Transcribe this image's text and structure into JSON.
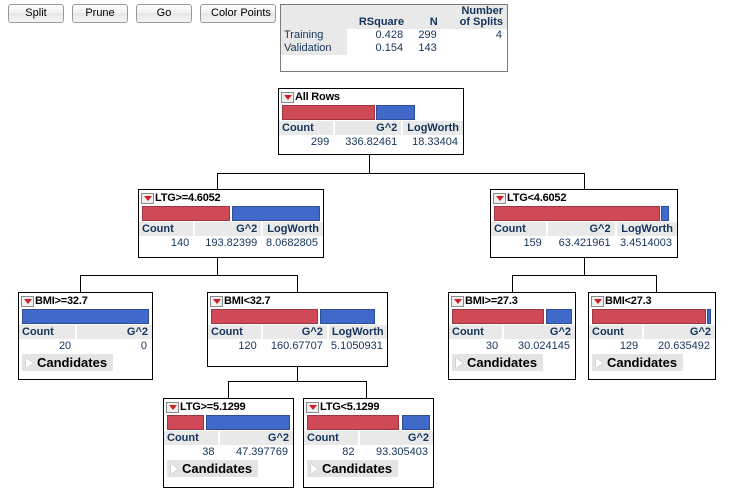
{
  "toolbar": {
    "buttons": [
      {
        "label": "Split",
        "name": "split-button"
      },
      {
        "label": "Prune",
        "name": "prune-button"
      },
      {
        "label": "Go",
        "name": "go-button"
      },
      {
        "label": "Color Points",
        "name": "color-points-button"
      }
    ]
  },
  "summary": {
    "headers": [
      "",
      "RSquare",
      "N",
      "Number of Splits"
    ],
    "header_rsquare": "RSquare",
    "header_n": "N",
    "header_splits_line1": "Number",
    "header_splits_line2": "of Splits",
    "rows": [
      {
        "label": "Training",
        "rsquare": "0.428",
        "n": "299",
        "splits": "4"
      },
      {
        "label": "Validation",
        "rsquare": "0.154",
        "n": "143",
        "splits": ""
      }
    ]
  },
  "colors": {
    "red": "#cf4a56",
    "blue": "#4169ca",
    "header_bg": "#e9e9e9",
    "text": "#14345c",
    "node_border": "#000000"
  },
  "labels": {
    "count": "Count",
    "g2": "G^2",
    "logworth": "LogWorth",
    "candidates": "Candidates"
  },
  "tree": {
    "nodes": [
      {
        "id": "root",
        "name": "tree-node-all-rows",
        "title": "All Rows",
        "red_pct": 52,
        "blue_pct": 22,
        "columns": [
          "Count",
          "G^2",
          "LogWorth"
        ],
        "values": [
          "299",
          "336.82461",
          "18.33404"
        ],
        "has_candidates": false
      },
      {
        "id": "ltg-ge-4-6052",
        "name": "tree-node-ltg-ge-4.6052",
        "title": "LTG>=4.6052",
        "red_pct": 50,
        "blue_pct": 50,
        "columns": [
          "Count",
          "G^2",
          "LogWorth"
        ],
        "values": [
          "140",
          "193.82399",
          "8.0682805"
        ],
        "has_candidates": false
      },
      {
        "id": "ltg-lt-4-6052",
        "name": "tree-node-ltg-lt-4.6052",
        "title": "LTG<4.6052",
        "red_pct": 92,
        "blue_pct": 4,
        "columns": [
          "Count",
          "G^2",
          "LogWorth"
        ],
        "values": [
          "159",
          "63.421961",
          "3.4514003"
        ],
        "has_candidates": false
      },
      {
        "id": "bmi-ge-32-7",
        "name": "tree-node-bmi-ge-32.7",
        "title": "BMI>=32.7",
        "red_pct": 0,
        "blue_pct": 100,
        "columns": [
          "Count",
          "G^2"
        ],
        "values": [
          "20",
          "0"
        ],
        "has_candidates": true
      },
      {
        "id": "bmi-lt-32-7",
        "name": "tree-node-bmi-lt-32.7",
        "title": "BMI<32.7",
        "red_pct": 62,
        "blue_pct": 32,
        "columns": [
          "Count",
          "G^2",
          "LogWorth"
        ],
        "values": [
          "120",
          "160.67707",
          "5.1050931"
        ],
        "has_candidates": false
      },
      {
        "id": "bmi-ge-27-3",
        "name": "tree-node-bmi-ge-27.3",
        "title": "BMI>=27.3",
        "red_pct": 77,
        "blue_pct": 23,
        "columns": [
          "Count",
          "G^2"
        ],
        "values": [
          "30",
          "30.024145"
        ],
        "has_candidates": true
      },
      {
        "id": "bmi-lt-27-3",
        "name": "tree-node-bmi-lt-27.3",
        "title": "BMI<27.3",
        "red_pct": 95,
        "blue_pct": 3,
        "columns": [
          "Count",
          "G^2"
        ],
        "values": [
          "129",
          "20.635492"
        ],
        "has_candidates": true
      },
      {
        "id": "ltg-ge-5-1299",
        "name": "tree-node-ltg-ge-5.1299",
        "title": "LTG>=5.1299",
        "red_pct": 30,
        "blue_pct": 68,
        "columns": [
          "Count",
          "G^2"
        ],
        "values": [
          "38",
          "47.397769"
        ],
        "has_candidates": true
      },
      {
        "id": "ltg-lt-5-1299",
        "name": "tree-node-ltg-lt-5.1299",
        "title": "LTG<5.1299",
        "red_pct": 75,
        "blue_pct": 23,
        "columns": [
          "Count",
          "G^2"
        ],
        "values": [
          "82",
          "93.305403"
        ],
        "has_candidates": true
      }
    ]
  }
}
